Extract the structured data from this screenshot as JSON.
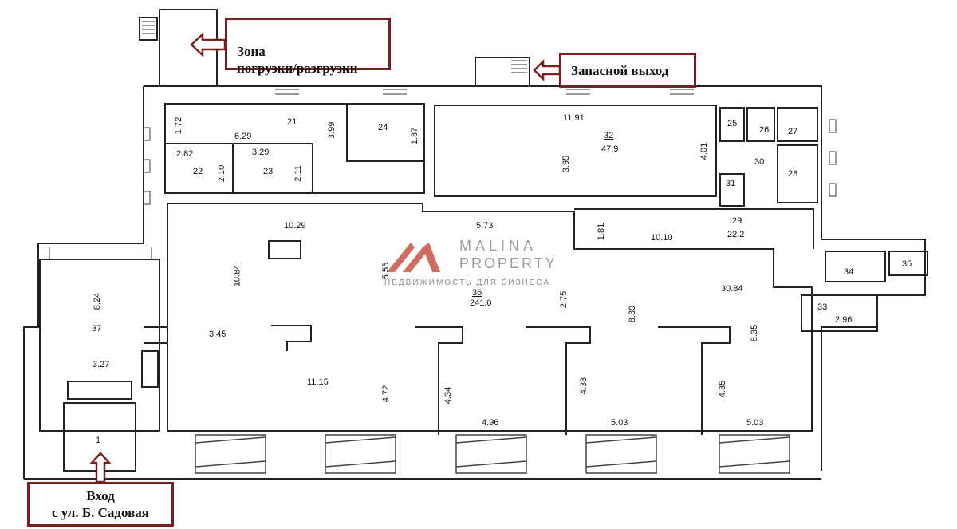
{
  "callouts": {
    "loading_zone": "Зона\nпогрузки/разгрузки",
    "emergency_exit": "Запасной выход",
    "entrance_line1": "Вход",
    "entrance_line2": "с ул. Б. Садовая"
  },
  "watermark": {
    "brand_top": "MALINA",
    "brand_bottom": "PROPERTY",
    "tagline": "НЕДВИЖИМОСТЬ ДЛЯ БИЗНЕСА",
    "color": "#c0392b"
  },
  "rooms": {
    "r21": "21",
    "r22": "22",
    "r23": "23",
    "r24": "24",
    "r25": "25",
    "r26": "26",
    "r27": "27",
    "r28": "28",
    "r29": "29",
    "r30": "30",
    "r31": "31",
    "r32": "32",
    "r33": "33",
    "r34": "34",
    "r35": "35",
    "r36": "36",
    "r37": "37",
    "r1": "1"
  },
  "dims": {
    "d1_72": "1.72",
    "d6_29": "6.29",
    "d3_99": "3.99",
    "d1_87": "1.87",
    "d2_82": "2.82",
    "d3_29": "3.29",
    "d2_10": "2.10",
    "d2_11": "2.11",
    "d11_91": "11.91",
    "a47_9": "47.9",
    "d3_95": "3.95",
    "d4_01": "4.01",
    "d10_29": "10.29",
    "d5_73": "5.73",
    "d1_81": "1.81",
    "d10_10": "10.10",
    "a22_2": "22.2",
    "d10_84": "10.84",
    "d5_55": "5.55",
    "a241_0": "241.0",
    "d2_75": "2.75",
    "d8_39": "8.39",
    "d30_84": "30.84",
    "d8_24": "8.24",
    "d3_45": "3.45",
    "d3_27": "3.27",
    "d11_15": "11.15",
    "d4_72": "4.72",
    "d4_34": "4.34",
    "d4_96": "4.96",
    "d4_33": "4.33",
    "d5_03a": "5.03",
    "d4_35": "4.35",
    "d5_03b": "5.03",
    "d8_35": "8.35",
    "d2_96": "2.96"
  }
}
